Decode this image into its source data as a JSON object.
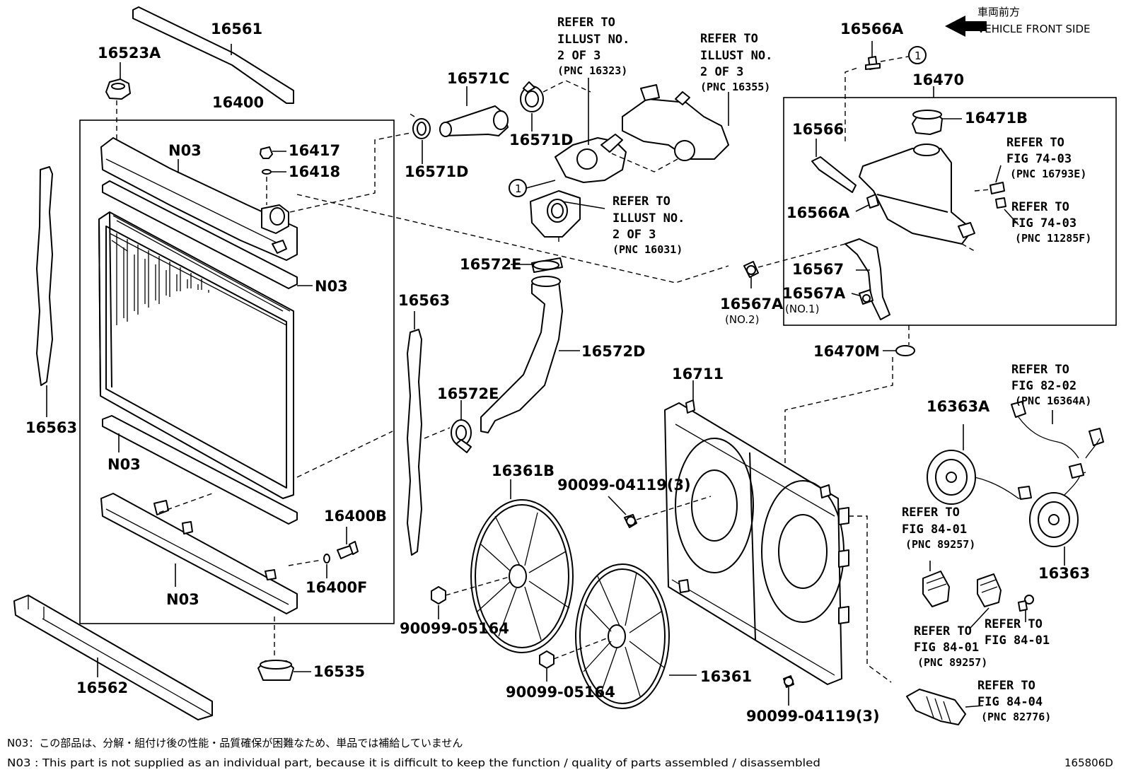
{
  "orientation": {
    "japanese": "車両前方",
    "english": "VEHICLE FRONT SIDE"
  },
  "labels": {
    "p16561": "16561",
    "p16523A": "16523A",
    "p16400": "16400",
    "n03_top": "N03",
    "p16417": "16417",
    "p16418": "16418",
    "n03_mid": "N03",
    "p16563_left": "16563",
    "n03_lower": "N03",
    "p16400B": "16400B",
    "p16400F": "16400F",
    "n03_bottom": "N03",
    "p16535": "16535",
    "p16562": "16562",
    "p16571C": "16571C",
    "p16571D_a": "16571D",
    "p16571D_b": "16571D",
    "p16572E_top": "16572E",
    "p16563_mid": "16563",
    "p16572D": "16572D",
    "p16572E_low": "16572E",
    "p16361B": "16361B",
    "p90099_05164_a": "90099-05164",
    "p90099_05164_b": "90099-05164",
    "p90099_04119_a": "90099-04119(3)",
    "p90099_04119_b": "90099-04119(3)",
    "p16361": "16361",
    "p16711": "16711",
    "p16566A_top": "16566A",
    "p16470": "16470",
    "p16471B": "16471B",
    "p16566": "16566",
    "p16566A_mid": "16566A",
    "p16567": "16567",
    "p16567A_no1": "16567A",
    "no1": "(NO.1)",
    "p16567A_no2": "16567A",
    "no2": "(NO.2)",
    "p16470M": "16470M",
    "p16363A": "16363A",
    "p16363": "16363",
    "circle_1": "1"
  },
  "refs": {
    "r16323": [
      "REFER TO",
      "ILLUST NO.",
      "2 OF 3",
      "(PNC 16323)"
    ],
    "r16355": [
      "REFER TO",
      "ILLUST NO.",
      "2 OF 3",
      "(PNC 16355)"
    ],
    "r16031": [
      "REFER TO",
      "ILLUST NO.",
      "2 OF 3",
      "(PNC 16031)"
    ],
    "r16793E": [
      "REFER TO",
      "FIG 74-03",
      "(PNC 16793E)"
    ],
    "r11285F": [
      "REFER TO",
      "FIG 74-03",
      "(PNC 11285F)"
    ],
    "r16364A": [
      "REFER TO",
      "FIG 82-02",
      "(PNC 16364A)"
    ],
    "r89257_a": [
      "REFER TO",
      "FIG 84-01",
      "(PNC 89257)"
    ],
    "r89257_b": [
      "REFER TO",
      "FIG 84-01",
      "(PNC 89257)"
    ],
    "r84_01": [
      "REFER TO",
      "FIG 84-01"
    ],
    "r82776": [
      "REFER TO",
      "FIG 84-04",
      "(PNC 82776)"
    ]
  },
  "footer": {
    "note_jp": "N03：この部品は、分解・組付け後の性能・品質確保が困難なため、単品では補給していません",
    "note_en": "N03 : This part is not supplied as an individual part, because it is difficult to keep the function / quality of parts assembled / disassembled",
    "figure_id": "165806D"
  }
}
